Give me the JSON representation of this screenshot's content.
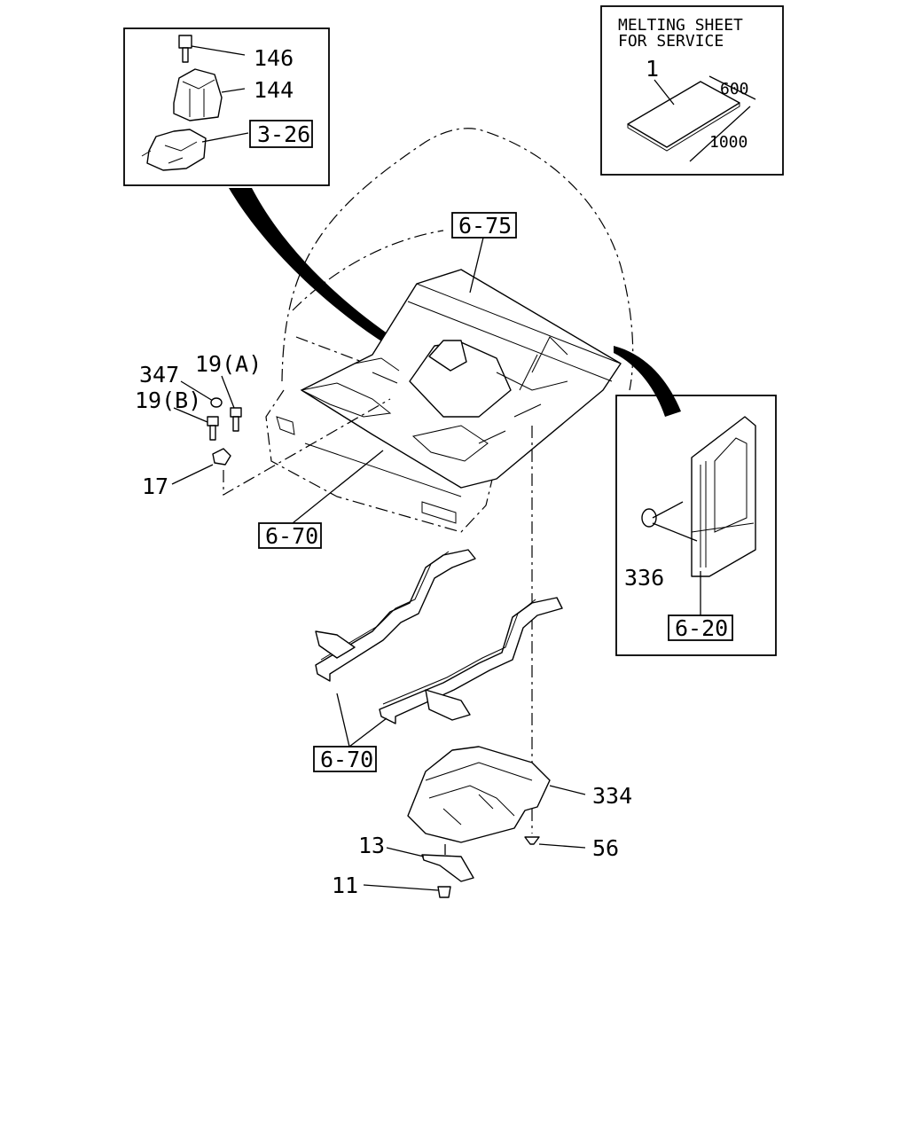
{
  "inset_melting_sheet": {
    "title_line1": "MELTING SHEET",
    "title_line2": "FOR SERVICE",
    "part_number": "1",
    "dim_width": "600",
    "dim_length": "1000"
  },
  "inset_console": {
    "labels": [
      "146",
      "144"
    ],
    "ref": "3-26"
  },
  "inset_door": {
    "label": "336",
    "ref": "6-20"
  },
  "callouts": {
    "floor_ref_top": "6-75",
    "floor_ref_left": "6-70",
    "rails_ref": "6-70",
    "p347": "347",
    "p19a": "19(A)",
    "p19b": "19(B)",
    "p17": "17",
    "p334": "334",
    "p56": "56",
    "p13": "13",
    "p11": "11"
  }
}
